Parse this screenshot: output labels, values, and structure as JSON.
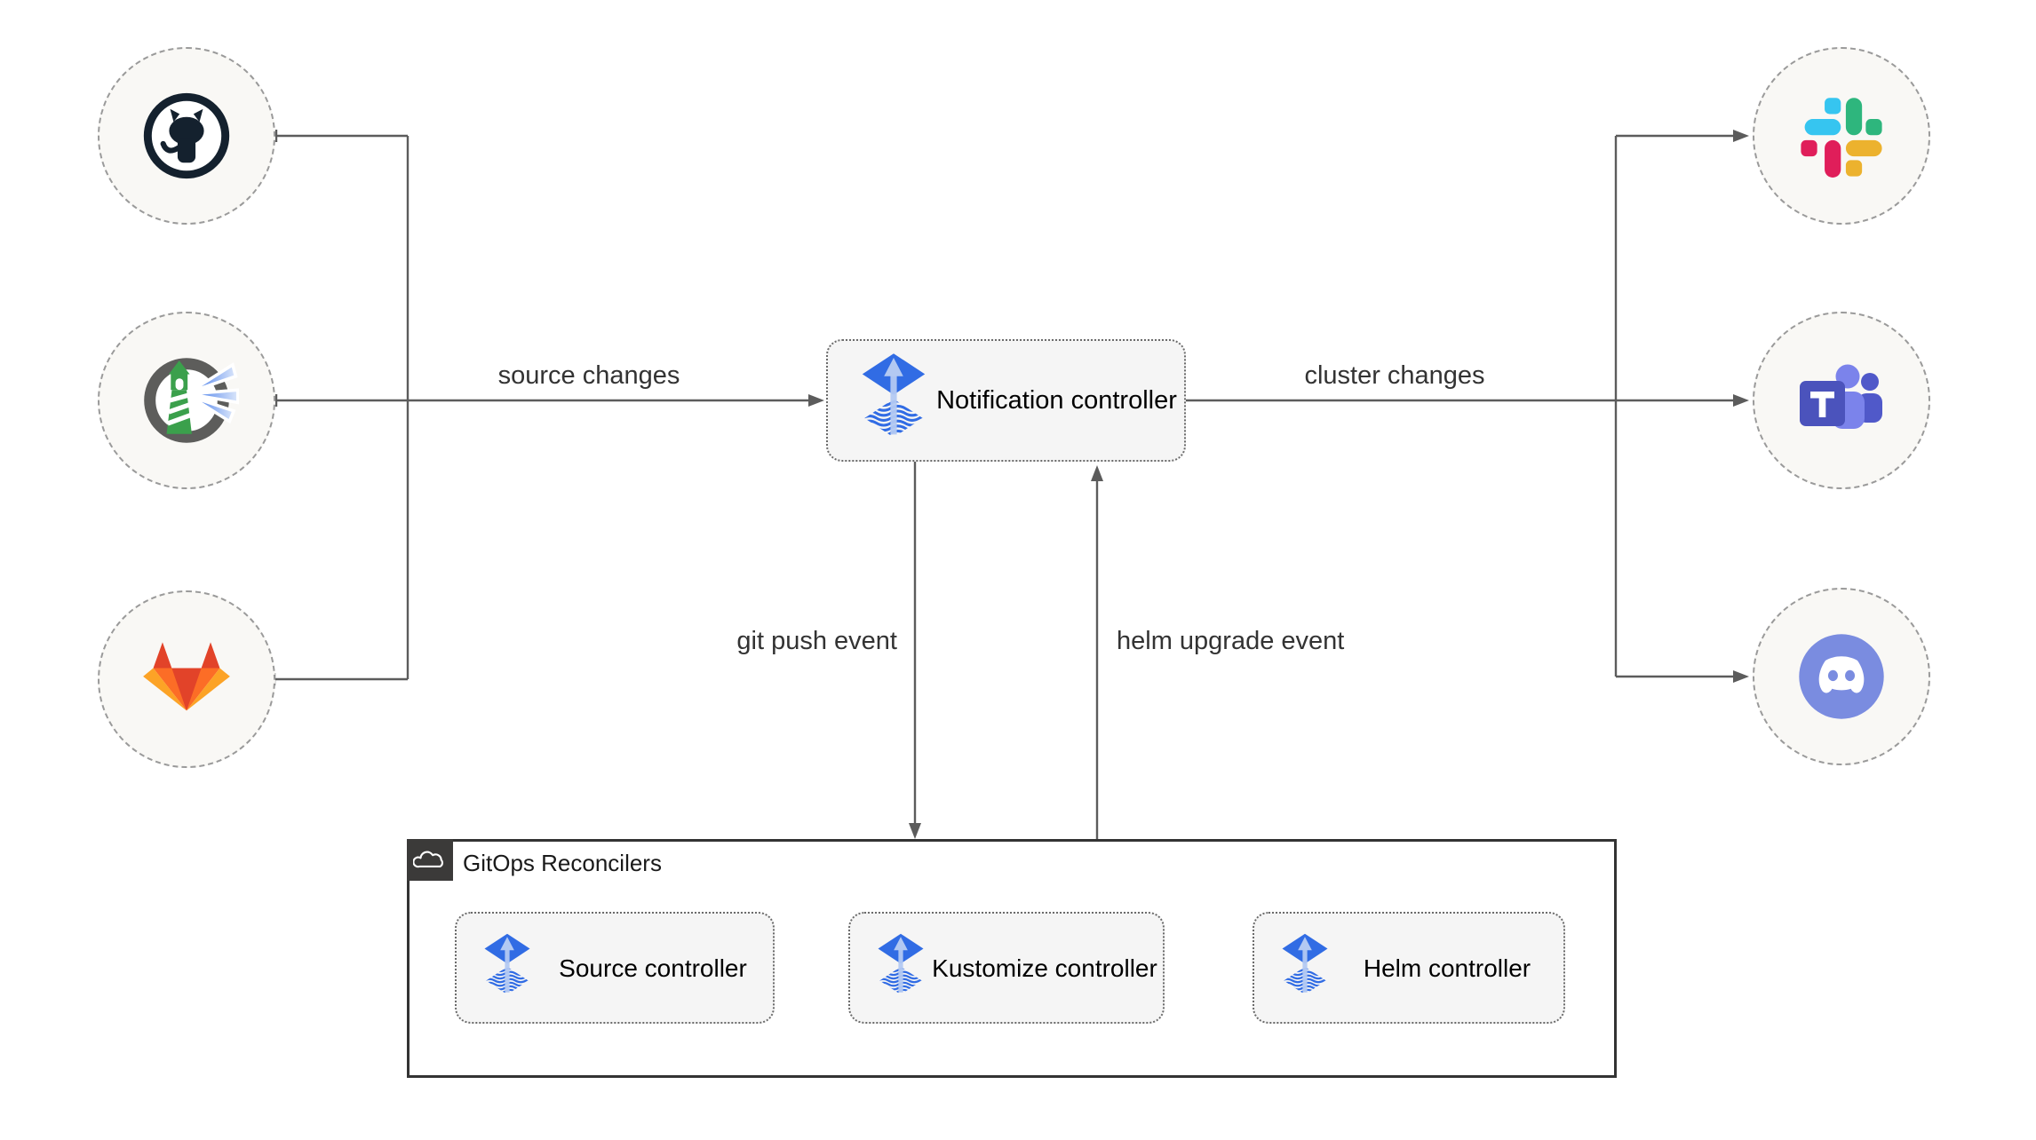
{
  "diagram": "flux-notification-controller-architecture",
  "nodes": {
    "notification": {
      "label": "Notification controller",
      "icon": "flux-icon"
    },
    "source": {
      "label": "Source controller",
      "icon": "flux-icon"
    },
    "kustomize": {
      "label": "Kustomize controller",
      "icon": "flux-icon"
    },
    "helm": {
      "label": "Helm controller",
      "icon": "flux-icon"
    }
  },
  "container": {
    "label": "GitOps Reconcilers",
    "icon": "cloud-icon"
  },
  "edges": {
    "source_changes": "source changes",
    "cluster_changes": "cluster changes",
    "git_push_event": "git push event",
    "helm_upgrade_event": "helm upgrade event"
  },
  "sources": [
    {
      "icon": "github-icon"
    },
    {
      "icon": "harbor-icon"
    },
    {
      "icon": "gitlab-icon"
    }
  ],
  "targets": [
    {
      "icon": "slack-icon"
    },
    {
      "icon": "microsoft-teams-icon"
    },
    {
      "icon": "discord-icon"
    }
  ],
  "colors": {
    "flux_blue": "#316ce4",
    "flux_arrow_light": "#b3c9f2",
    "line_gray": "#5c5c5c",
    "node_fill": "#f5f5f5",
    "circle_fill": "#f9f8f5",
    "circle_border": "#9a9a9a",
    "container_border": "#333333",
    "tab_fill": "#3b3a39",
    "github_dark": "#14212e",
    "harbor_ring": "#5d5d5b",
    "harbor_green": "#3ba04c",
    "gitlab_red": "#e24329",
    "gitlab_orange": "#fc6d26",
    "gitlab_yellow": "#fca326",
    "slack_blue": "#36c5f0",
    "slack_green": "#2eb67d",
    "slack_red": "#e01e5a",
    "slack_yellow": "#ecb22e",
    "teams_dark": "#4b53bc",
    "teams_mid": "#5059c9",
    "teams_light": "#7b83eb",
    "discord_blurple": "#7a8ce0"
  }
}
